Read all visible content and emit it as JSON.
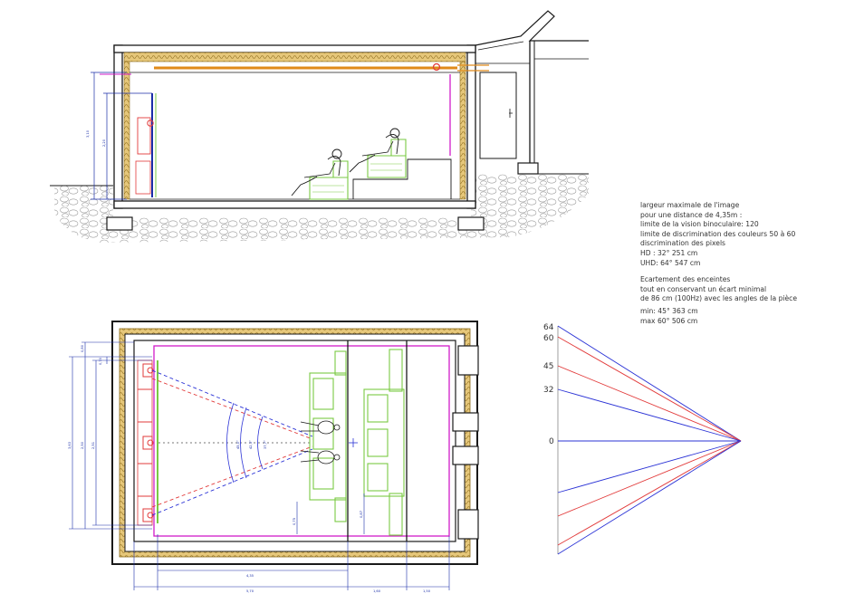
{
  "notes": {
    "lines": [
      "largeur maximale de l'image",
      "pour une distance de 4,35m :",
      "limite de la vision binoculaire: 120",
      "limite de discrimination des couleurs 50 à 60",
      "discrimination des pixels",
      "HD : 32°     251 cm",
      "UHD: 64°    547 cm"
    ],
    "speaker_lines": [
      "Ecartement des enceintes",
      "tout en conservant un écart minimal",
      "de 86 cm (100Hz) avec les angles de la pièce"
    ],
    "angle_lines": [
      "min: 45°    363 cm",
      "max 60°    506 cm"
    ]
  },
  "angle_diagram": {
    "labels": [
      "64",
      "60",
      "45",
      "32",
      "0"
    ]
  },
  "plan": {
    "vertical_dims": [
      "0,80",
      "0,70",
      "3,63",
      "2,50",
      "2,51"
    ],
    "horizontal_dims": [
      "4,35",
      "5,70",
      "1,60",
      "1,50"
    ],
    "seat_dims": [
      "0,75",
      "0,87"
    ],
    "angle_marks": [
      "45,0°",
      "42,3°",
      "37,7°"
    ]
  },
  "section": {
    "vertical_dims": [
      "3,10",
      "2,20"
    ]
  },
  "colors": {
    "structure": "#1a1a1a",
    "insulation": "#c9a24a",
    "ceiling_duct": "#e08a1a",
    "screen": "#1a2ea8",
    "room_outline": "#d11bc8",
    "seats": "#7ac943",
    "dimension": "#1a2ea8",
    "ray_red": "#e23b3b",
    "ray_blue": "#2b33d6"
  }
}
